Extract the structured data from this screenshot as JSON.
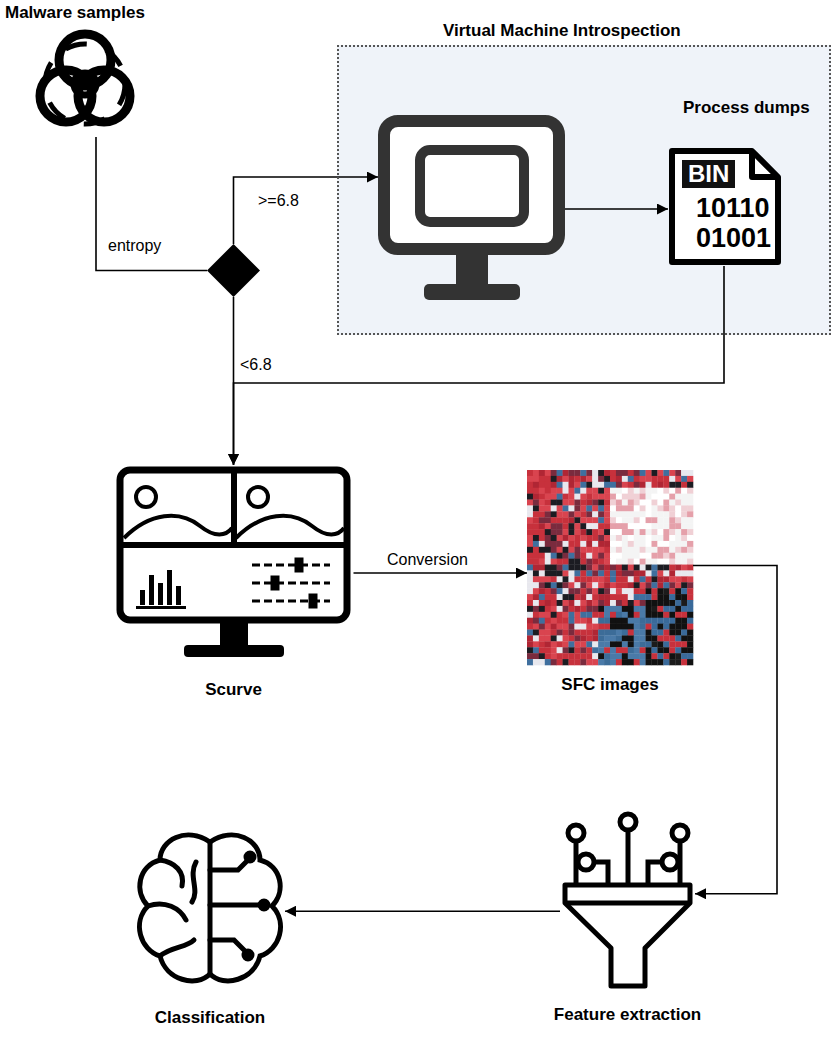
{
  "diagram": {
    "nodes": [
      {
        "text": [
          "Malware samples"
        ]
      },
      {
        "text": []
      },
      {
        "text": [
          "Virtual Machine Introspection"
        ]
      },
      {
        "text": [],
        "in": 2
      },
      {
        "text": [
          "Process dumps",
          "BIN",
          "10110 01001"
        ],
        "in": 2
      },
      {
        "text": [
          "Scurve"
        ]
      },
      {
        "text": [
          "SFC images"
        ]
      },
      {
        "text": [
          "Feature extraction"
        ]
      },
      {
        "text": [
          "Classification"
        ]
      }
    ],
    "edges": [
      {
        "from": 0,
        "to": 1,
        "label": "entropy",
        "arrow": "none"
      },
      {
        "from": 1,
        "to": 3,
        "label": ">=6.8",
        "arrow": "to"
      },
      {
        "from": 3,
        "to": 4,
        "arrow": "to"
      },
      {
        "from": 1,
        "to": 5,
        "label": "<6.8",
        "arrow": "to"
      },
      {
        "from": 4,
        "to": 5,
        "arrow": "to"
      },
      {
        "from": 5,
        "to": 6,
        "label": "Conversion",
        "arrow": "to"
      },
      {
        "from": 6,
        "to": 7,
        "arrow": "to"
      },
      {
        "from": 7,
        "to": 8,
        "arrow": "to"
      }
    ]
  }
}
